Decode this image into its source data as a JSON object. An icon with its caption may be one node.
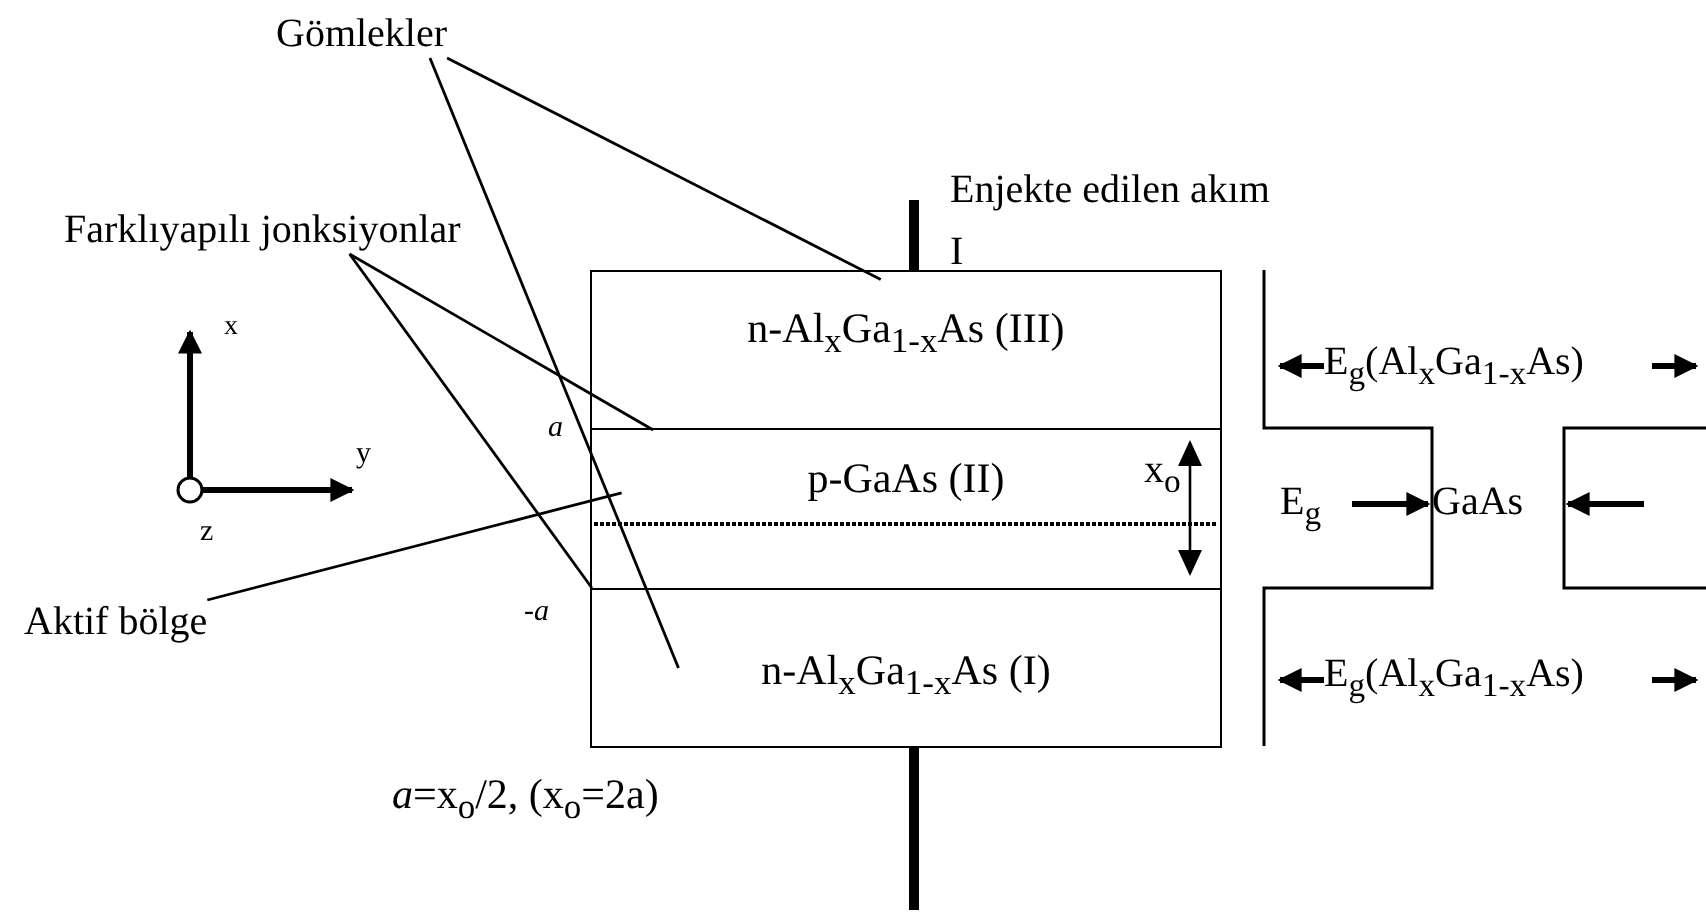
{
  "diagram": {
    "nodes": [
      {
        "text": [
          "Gömlekler"
        ]
      },
      {
        "text": [
          "Farklıyapılı jonksiyonlar"
        ]
      },
      {
        "text": [
          "n-Al$_{x}$Ga$_{1-x}$As (III)"
        ]
      },
      {
        "text": [
          "p-GaAs (II)"
        ]
      },
      {
        "text": [
          "n-Al$_{x}$Ga$_{1-x}$As (I)"
        ]
      },
      {
        "text": [
          "Aktif bölge"
        ]
      }
    ],
    "edges": [
      {
        "from": 0,
        "to": 2,
        "arrow": "none"
      },
      {
        "from": 0,
        "to": 4,
        "arrow": "none"
      },
      {
        "from": 1,
        "to": 2,
        "arrow": "none"
      },
      {
        "from": 1,
        "to": 4,
        "arrow": "none"
      },
      {
        "from": 5,
        "to": 3,
        "arrow": "none"
      }
    ],
    "labels": [
      "Enjekte edilen akım I",
      "x",
      "E$_{g}$(Al$_{x}$Ga$_{1-x}$As)",
      "a",
      "y",
      "x$_{o}$",
      "E$_{g}$",
      "GaAs",
      "z",
      "-*a*",
      "E$_{g}$(Al$_{x}$Ga$_{1-x}$As)",
      "*a*=x$_{o}$/2, (x$_{o}$=2a)"
    ]
  }
}
